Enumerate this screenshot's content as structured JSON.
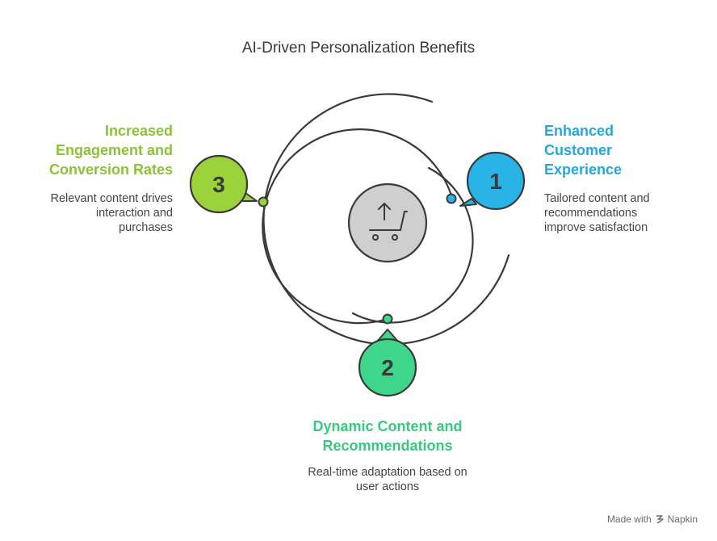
{
  "title": "AI-Driven Personalization Benefits",
  "center": {
    "icon": "cart-upload-icon"
  },
  "items": [
    {
      "number": "1",
      "heading": "Enhanced\nCustomer\nExperience",
      "description": "Tailored content and\nrecommendations\nimprove satisfaction",
      "color": "#29b3e6"
    },
    {
      "number": "2",
      "heading": "Dynamic Content and\nRecommendations",
      "description": "Real-time adaptation based on\nuser actions",
      "color": "#3ed68a"
    },
    {
      "number": "3",
      "heading": "Increased\nEngagement and\nConversion Rates",
      "description": "Relevant content drives\ninteraction and\npurchases",
      "color": "#9bd23a"
    }
  ],
  "footer": {
    "made_with": "Made with",
    "brand": "Napkin"
  }
}
